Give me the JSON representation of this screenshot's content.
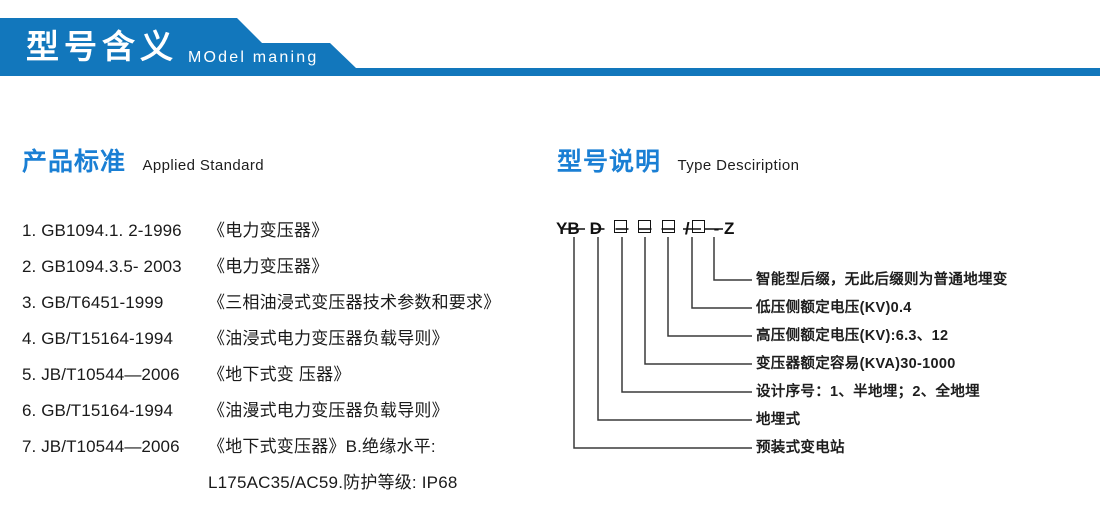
{
  "banner": {
    "title": "型号含义",
    "subtitle": "MOdel maning",
    "color": "#1277bc"
  },
  "sections": {
    "left": {
      "cn": "产品标准",
      "en": "Applied Standard",
      "color": "#1a7fd4"
    },
    "right": {
      "cn": "型号说明",
      "en": "Type Desciription",
      "color": "#1a7fd4"
    }
  },
  "standards": [
    {
      "index": "1.",
      "code": "GB1094.1. 2-1996",
      "name": "《电力变压器》"
    },
    {
      "index": "2.",
      "code": "GB1094.3.5- 2003",
      "name": "《电力变压器》"
    },
    {
      "index": "3.",
      "code": "GB/T6451-1999",
      "name": "《三相油浸式变压器技术参数和要求》"
    },
    {
      "index": "4.",
      "code": "GB/T15164-1994",
      "name": "《油浸式电力变压器负载导则》"
    },
    {
      "index": "5.",
      "code": "JB/T10544—2006",
      "name": "《地下式变 压器》"
    },
    {
      "index": "6.",
      "code": "GB/T15164-1994",
      "name": "《油漫式电力变压器负载导则》"
    },
    {
      "index": "7.",
      "code": "JB/T10544—2006",
      "name": "《地下式变压器》B.绝缘水平:"
    }
  ],
  "standards_continuation": "L175AC35/AC59.防护等级: IP68",
  "model_code": {
    "segments": [
      {
        "text": "YB",
        "type": "text"
      },
      {
        "text": "D",
        "type": "text"
      },
      {
        "text": "□",
        "type": "box"
      },
      {
        "text": "□",
        "type": "box"
      },
      {
        "text": "□",
        "type": "box"
      },
      {
        "text": "/□",
        "type": "slash-box"
      },
      {
        "text": "- Z",
        "type": "text"
      }
    ],
    "full": "YB D □□□/□ - Z"
  },
  "annotations": [
    "智能型后缀，无此后缀则为普通地埋变",
    "低压侧额定电压(KV)0.4",
    "高压侧额定电压(KV):6.3、12",
    "变压器额定容易(KVA)30-1000",
    "设计序号：1、半地埋；2、全地埋",
    "地埋式",
    "预装式变电站"
  ]
}
